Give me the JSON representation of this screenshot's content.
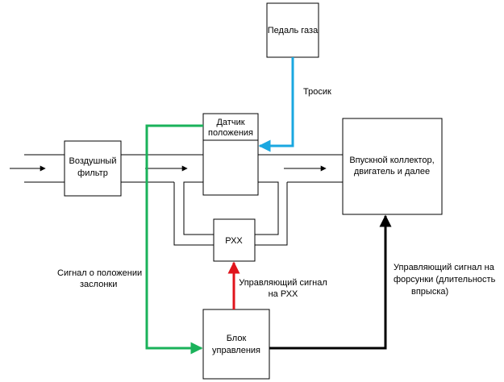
{
  "colors": {
    "cable": "#1aa7e0",
    "position_signal": "#1ab25a",
    "idle_signal": "#e0141c",
    "injector_signal": "#000000",
    "line": "#000000"
  },
  "blocks": {
    "pedal": "Педаль газа",
    "air_filter": [
      "Воздушный",
      "фильтр"
    ],
    "sensor": [
      "Датчик",
      "положения"
    ],
    "intake": [
      "Впускной коллектор,",
      "двигатель и далее"
    ],
    "idle_valve": "РХХ",
    "ecu": [
      "Блок",
      "управления"
    ]
  },
  "labels": {
    "cable": "Тросик",
    "position_signal": [
      "Сигнал о положении",
      "заслонки"
    ],
    "idle_signal": [
      "Управляющий сигнал",
      "на РХХ"
    ],
    "injector_signal": [
      "Управляющий сигнал на",
      "форсунки (длительность",
      "впрыска)"
    ]
  }
}
